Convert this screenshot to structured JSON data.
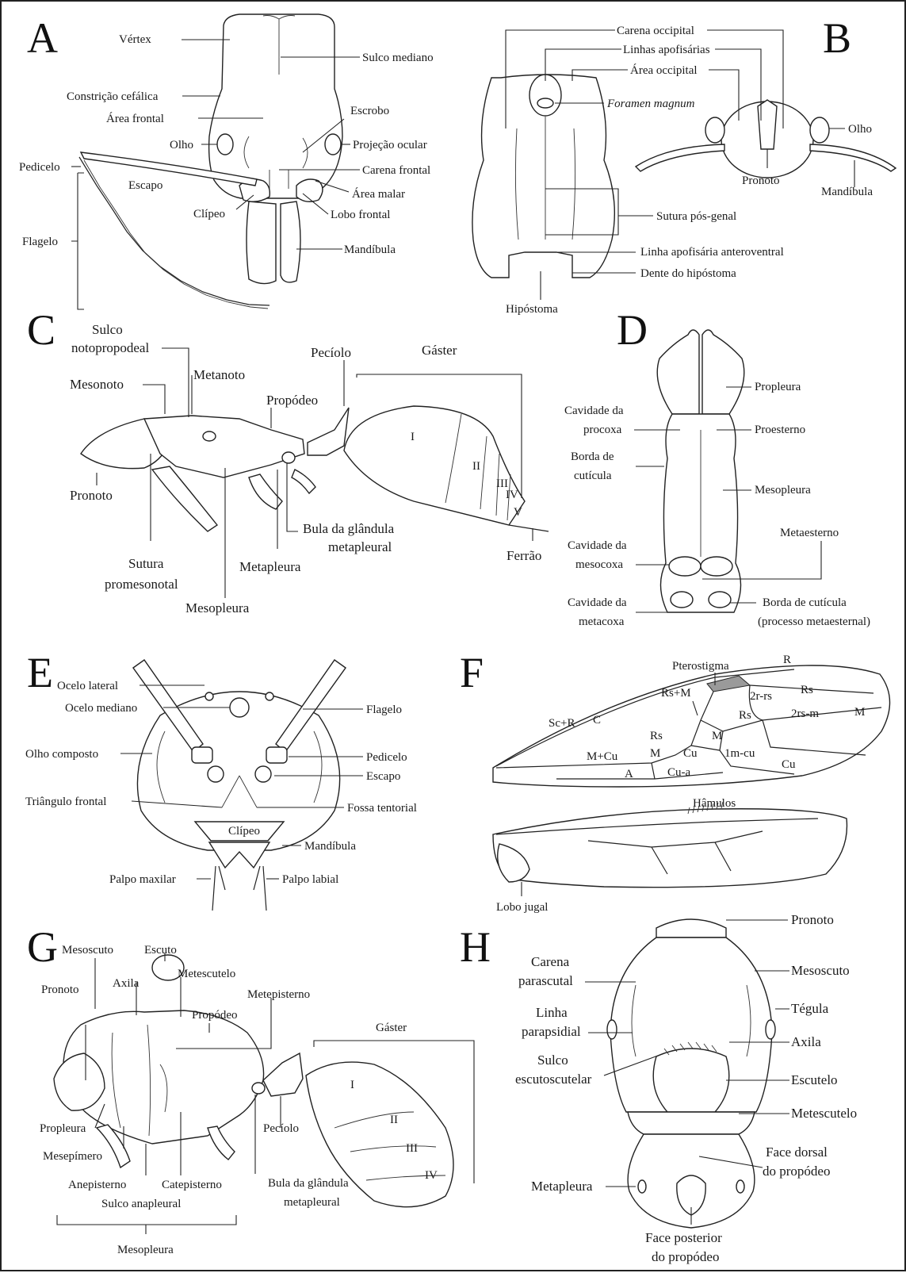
{
  "panels": {
    "A": {
      "letter": "A",
      "labels": {
        "vertex": "Vértex",
        "sulco_mediano": "Sulco mediano",
        "constricao": "Constrição cefálica",
        "area_frontal": "Área frontal",
        "escrobo": "Escrobo",
        "olho": "Olho",
        "projecao_ocular": "Projeção ocular",
        "pedicelo": "Pedicelo",
        "escapo": "Escapo",
        "carena_frontal": "Carena frontal",
        "area_malar": "Área malar",
        "clipeo": "Clípeo",
        "lobo_frontal": "Lobo frontal",
        "flagelo": "Flagelo",
        "mandibula": "Mandíbula"
      }
    },
    "B": {
      "letter": "B",
      "labels": {
        "carena_occipital": "Carena occipital",
        "linhas_apofisarias": "Linhas apofisárias",
        "area_occipital": "Área occipital",
        "foramen_magnum": "Foramen magnum",
        "olho": "Olho",
        "pronoto": "Pronoto",
        "mandibula": "Mandíbula",
        "sutura_pos_genal": "Sutura pós-genal",
        "linha_anteroventral": "Linha apofisária anteroventral",
        "dente_hipostoma": "Dente do hipóstoma",
        "hipostoma": "Hipóstoma"
      }
    },
    "C": {
      "letter": "C",
      "labels": {
        "sulco_line1": "Sulco",
        "sulco_line2": "notopropodeal",
        "mesonoto": "Mesonoto",
        "metanoto": "Metanoto",
        "peciolo": "Pecíolo",
        "gaster": "Gáster",
        "propodeo": "Propódeo",
        "seg_I": "I",
        "seg_II": "II",
        "seg_III": "III",
        "seg_IV": "IV",
        "seg_V": "V",
        "pronoto": "Pronoto",
        "bula_line1": "Bula da glândula",
        "bula_line2": "metapleural",
        "sutura_line1": "Sutura",
        "sutura_line2": "promesonotal",
        "metapleura": "Metapleura",
        "ferrao": "Ferrão",
        "mesopleura": "Mesopleura"
      }
    },
    "D": {
      "letter": "D",
      "labels": {
        "propleura": "Propleura",
        "cav_procoxa_1": "Cavidade da",
        "cav_procoxa_2": "procoxa",
        "proesterno": "Proesterno",
        "borda_1": "Borda de",
        "borda_2": "cutícula",
        "mesopleura": "Mesopleura",
        "metaesterno": "Metaesterno",
        "cav_mesocoxa_1": "Cavidade da",
        "cav_mesocoxa_2": "mesocoxa",
        "cav_metacoxa_1": "Cavidade da",
        "cav_metacoxa_2": "metacoxa",
        "borda_meta_1": "Borda de cutícula",
        "borda_meta_2": "(processo metaesternal)"
      }
    },
    "E": {
      "letter": "E",
      "labels": {
        "ocelo_lateral": "Ocelo lateral",
        "ocelo_mediano": "Ocelo mediano",
        "flagelo": "Flagelo",
        "pedicelo": "Pedicelo",
        "olho_composto": "Olho composto",
        "escapo": "Escapo",
        "triangulo_frontal": "Triângulo frontal",
        "fossa_tentorial": "Fossa tentorial",
        "clipeo": "Clípeo",
        "mandibula": "Mandíbula",
        "palpo_maxilar": "Palpo maxilar",
        "palpo_labial": "Palpo labial"
      }
    },
    "F": {
      "letter": "F",
      "labels": {
        "pterostigma": "Pterostigma",
        "R": "R",
        "Rs_M": "Rs+M",
        "2r_rs": "2r-rs",
        "Rs_top": "Rs",
        "Rs_mid": "Rs",
        "2rs_m": "2rs-m",
        "M_right": "M",
        "Sc_R": "Sc+R",
        "C": "C",
        "Rs_left": "Rs",
        "M_small": "M",
        "M_Cu": "M+Cu",
        "M_left": "M",
        "Cu_cell": "Cu",
        "1m_cu": "1m-cu",
        "Cu_right": "Cu",
        "A": "A",
        "Cu_a": "Cu-a",
        "hamulos": "Hâmulos",
        "lobo_jugal": "Lobo jugal"
      }
    },
    "G": {
      "letter": "G",
      "labels": {
        "mesoscuto": "Mesoscuto",
        "escuto": "Escuto",
        "metescutelo": "Metescutelo",
        "pronoto": "Pronoto",
        "axila": "Axila",
        "metepisterno": "Metepisterno",
        "propodeo": "Propódeo",
        "gaster": "Gáster",
        "seg_I": "I",
        "seg_II": "II",
        "seg_III": "III",
        "seg_IV": "IV",
        "propleura": "Propleura",
        "peciolo": "Pecíolo",
        "mesepimero": "Mesepímero",
        "anepisterno": "Anepisterno",
        "catepisterno": "Catepisterno",
        "bula_1": "Bula da glândula",
        "bula_2": "metapleural",
        "sulco_anapleural": "Sulco anapleural",
        "mesopleura": "Mesopleura"
      }
    },
    "H": {
      "letter": "H",
      "labels": {
        "pronoto": "Pronoto",
        "mesoscuto": "Mesoscuto",
        "carena_1": "Carena",
        "carena_2": "parascutal",
        "tegula": "Tégula",
        "linha_1": "Linha",
        "linha_2": "parapsidial",
        "axila": "Axila",
        "sulco_1": "Sulco",
        "sulco_2": "escutoscutelar",
        "escutelo": "Escutelo",
        "metescutelo": "Metescutelo",
        "face_dorsal_1": "Face dorsal",
        "face_dorsal_2": "do propódeo",
        "metapleura": "Metapleura",
        "face_post_1": "Face posterior",
        "face_post_2": "do propódeo"
      }
    }
  }
}
